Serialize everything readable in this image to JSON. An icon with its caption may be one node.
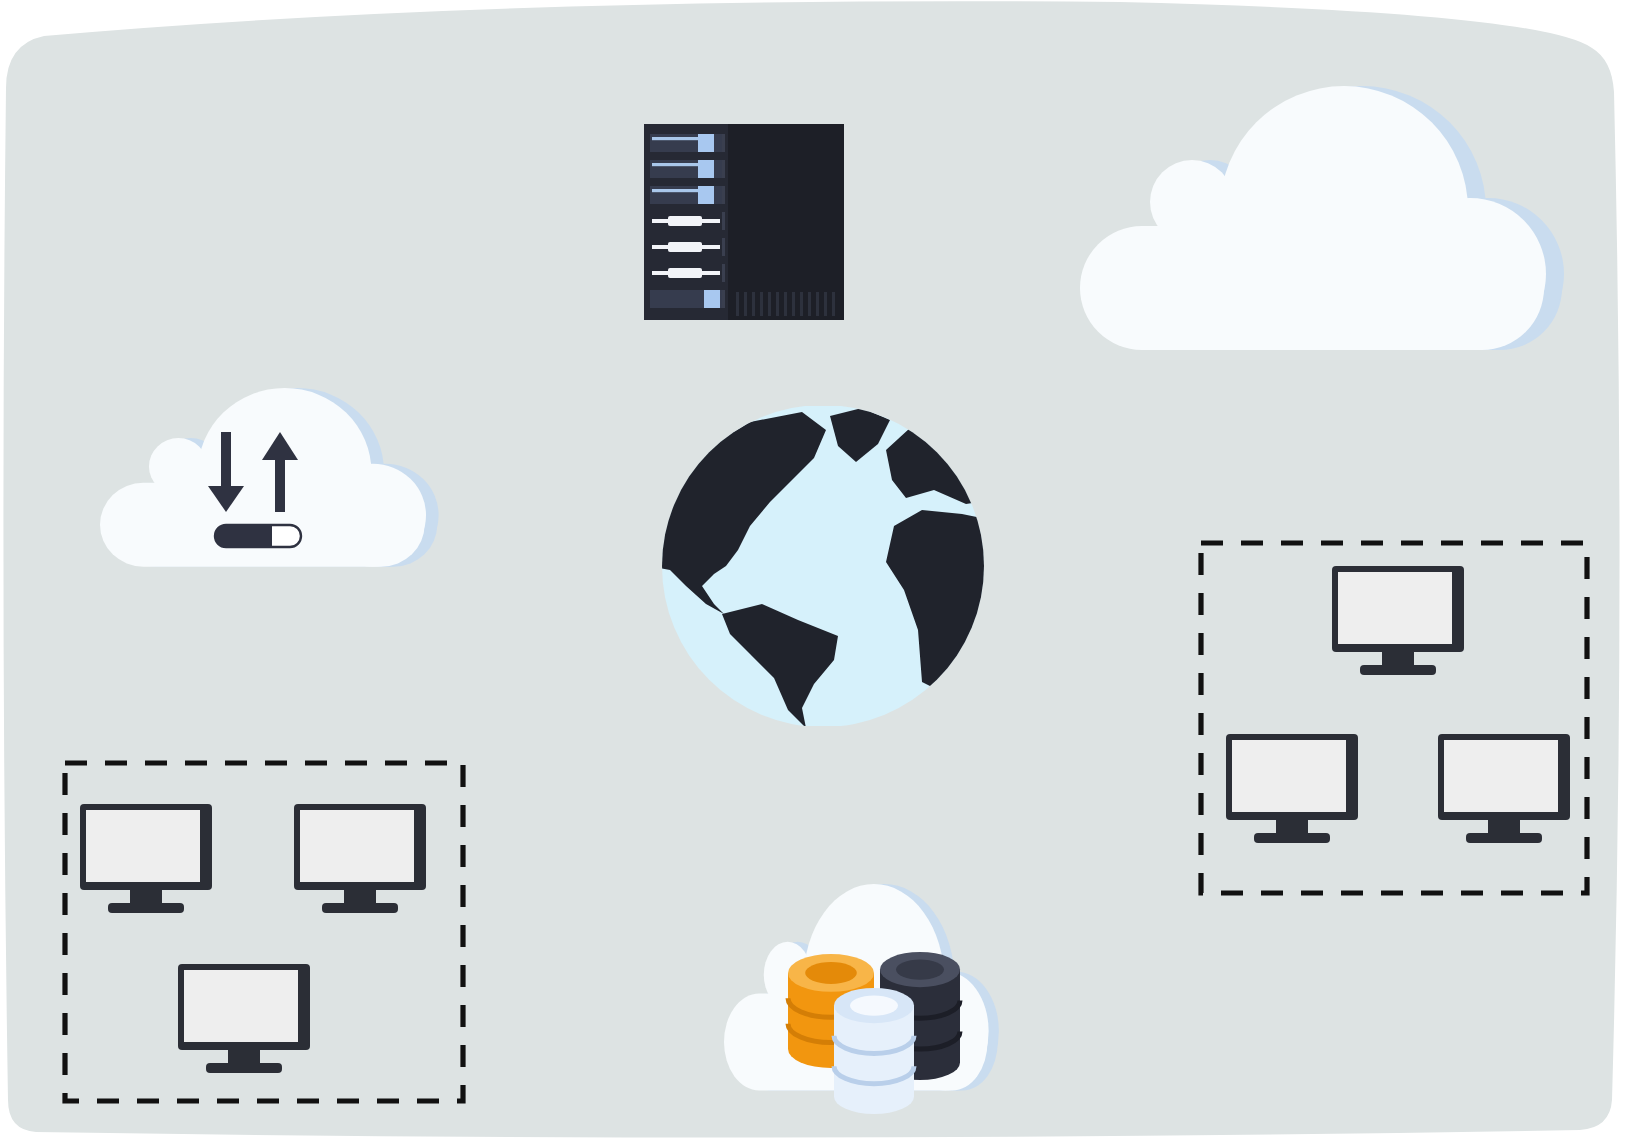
{
  "diagram": {
    "nodes": [
      {
        "text": [],
        "shape": "server"
      },
      {
        "text": [],
        "shape": "cloud"
      },
      {
        "text": [],
        "shape": "cloud"
      },
      {
        "text": [],
        "shape": "globe"
      },
      {
        "text": [],
        "shape": "box"
      },
      {
        "text": [],
        "shape": "monitor",
        "in": 4
      },
      {
        "text": [],
        "shape": "monitor",
        "in": 4
      },
      {
        "text": [],
        "shape": "monitor",
        "in": 4
      },
      {
        "text": [],
        "shape": "box"
      },
      {
        "text": [],
        "shape": "monitor",
        "in": 8
      },
      {
        "text": [],
        "shape": "monitor",
        "in": 8
      },
      {
        "text": [],
        "shape": "monitor",
        "in": 8
      },
      {
        "text": [],
        "shape": "database"
      }
    ]
  }
}
